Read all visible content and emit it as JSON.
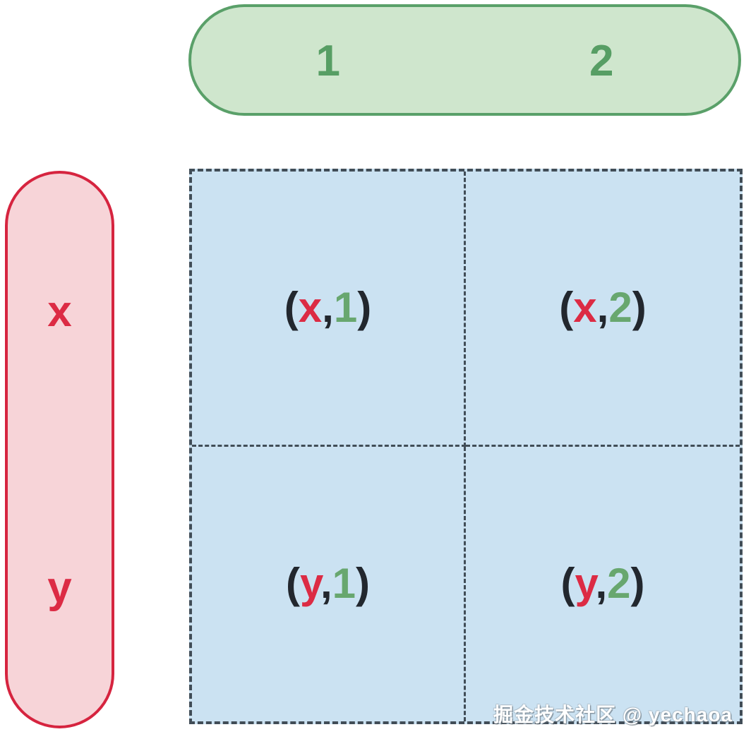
{
  "colors": {
    "background": "#ffffff",
    "green_pill_fill": "#cfe6cd",
    "green_pill_border": "#5aa069",
    "green_text": "#579e64",
    "red_pill_fill": "#f7d4d8",
    "red_pill_border": "#d6243f",
    "red_text": "#dc2b44",
    "blue_cell_fill": "#cbe2f2",
    "dash_border": "#414d57",
    "dark_text": "#22272e",
    "green_digit": "#68a76f"
  },
  "column_header": {
    "items": [
      "1",
      "2"
    ]
  },
  "row_header": {
    "items": [
      "x",
      "y"
    ]
  },
  "grid": {
    "cells": [
      {
        "open": "(",
        "row": "x",
        "comma": ",",
        "col": "1",
        "close": ")"
      },
      {
        "open": "(",
        "row": "x",
        "comma": ",",
        "col": "2",
        "close": ")"
      },
      {
        "open": "(",
        "row": "y",
        "comma": ",",
        "col": "1",
        "close": ")"
      },
      {
        "open": "(",
        "row": "y",
        "comma": ",",
        "col": "2",
        "close": ")"
      }
    ]
  },
  "watermark": "掘金技术社区 @ yechaoa"
}
